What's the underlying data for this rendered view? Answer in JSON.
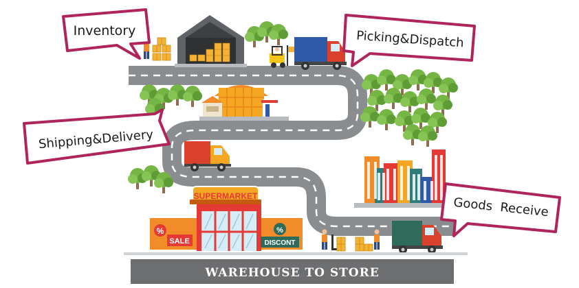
{
  "labels": {
    "inventory": "Inventory",
    "picking": "Picking&Dispatch",
    "shipping": "Shipping&Delivery",
    "goods": "Goods  Receive"
  },
  "store": {
    "sign": "SUPERMARKET",
    "sale_percent": "%",
    "sale": "SALE",
    "discount_percent": "%",
    "discount": "DISCONT"
  },
  "banner": "WAREHOUSE TO STORE",
  "colors": {
    "road": "#8a8d8f",
    "road_dash": "#ffffff",
    "bubble_border": "#b0245c",
    "truck_blue": "#2e5aa8",
    "truck_red": "#d9412c",
    "truck_green": "#2f6b5a",
    "trees": "#74b544",
    "banner": "#6d6e70",
    "store_orange": "#f28c28",
    "store_red": "#e53935"
  },
  "icons": [
    "warehouse-icon",
    "forklift-icon",
    "delivery-truck-icon",
    "market-stall-icon",
    "city-buildings-icon",
    "supermarket-icon",
    "worker-icon",
    "tree-icon",
    "cardboard-box-icon"
  ]
}
